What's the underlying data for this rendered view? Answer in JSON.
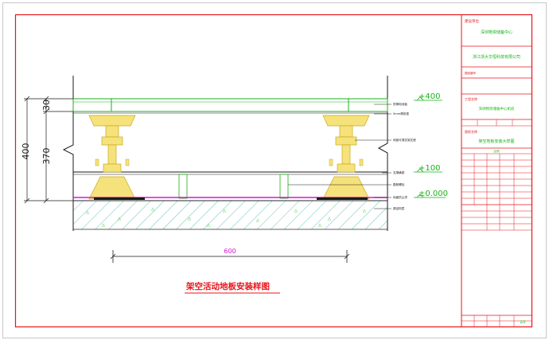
{
  "drawing": {
    "title": "架空活动地板安装样图",
    "dim_width": "600",
    "dim_total": "400",
    "dim_top": "30",
    "dim_mid": "370",
    "level_top": "+400",
    "level_mid": "+100",
    "level_base": "±0.000",
    "labels": [
      "防静电地板",
      "5mm橡胶垫",
      "地板可调支架支座",
      "支撑横梁",
      "膨胀螺栓",
      "地面防尘漆",
      "原结构层"
    ]
  },
  "title_block": {
    "heading": "建设单位",
    "client": "深圳物资储备中心",
    "company": "浙江浙大华恒科技有限公司",
    "designer_label": "图纸编号",
    "project_label": "工程名称",
    "project": "深圳物资储备中心机房",
    "drawing_name_label": "图纸名称",
    "drawing_name": "架空地板安装大样图",
    "scale_label": "比例",
    "number": "2/2"
  },
  "colors": {
    "frame": "#e8141a",
    "line": "#1a1a1a",
    "green": "#17b317",
    "support": "#e8d25a",
    "magenta": "#d01ad0",
    "hatch": "#1cae9a"
  }
}
